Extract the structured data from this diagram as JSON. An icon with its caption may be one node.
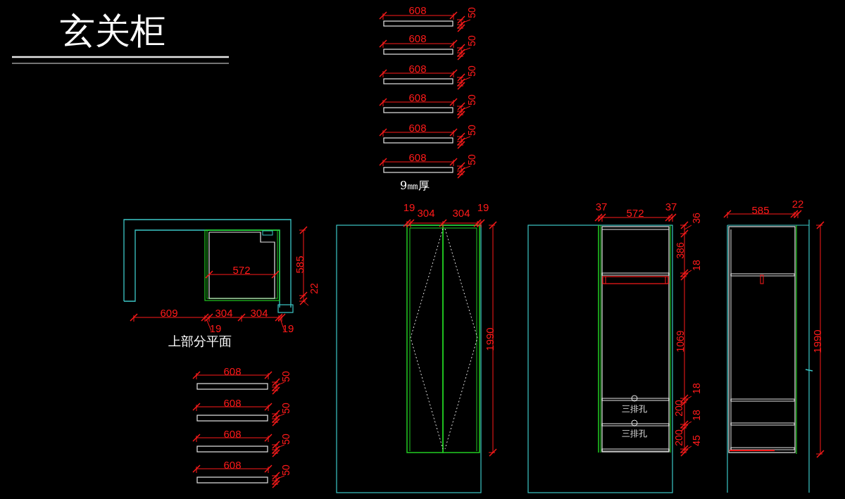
{
  "diagram": {
    "title": "玄关柜",
    "labels": [
      "608",
      "50",
      "608",
      "50",
      "608",
      "50",
      "608",
      "50",
      "608",
      "50",
      "608",
      "50",
      "9㎜厚",
      "19",
      "304",
      "304",
      "19",
      "37",
      "572",
      "37",
      "585",
      "22",
      "36",
      "585",
      "386",
      "572",
      "18",
      "22",
      "609",
      "304",
      "304",
      "19",
      "19",
      "上部分平面",
      "1990",
      "1069",
      "1990",
      "608",
      "50",
      "18",
      "三排孔",
      "200",
      "18",
      "608",
      "50",
      "三排孔",
      "200",
      "45",
      "608",
      "50",
      "608",
      "50"
    ]
  }
}
